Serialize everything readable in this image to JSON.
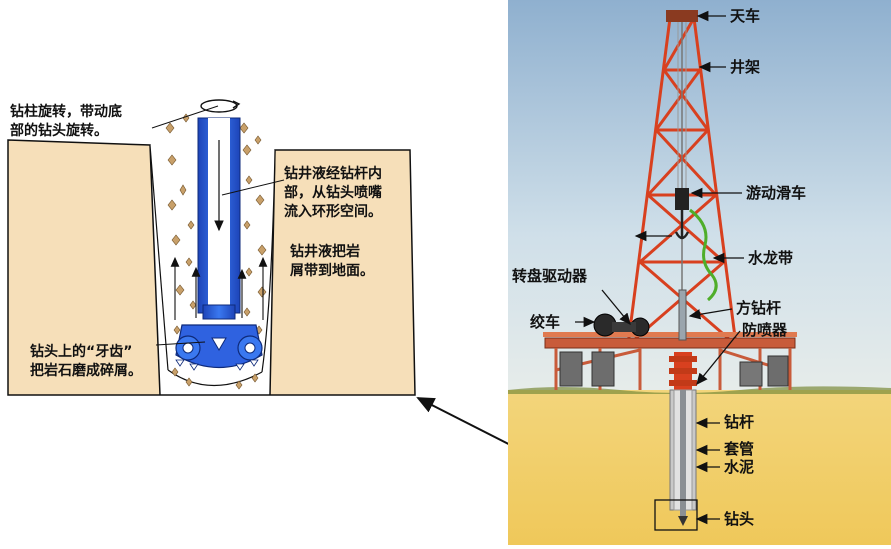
{
  "detail_panel": {
    "label_rotation": [
      "钻柱旋转，带动底",
      "部的钻头旋转。"
    ],
    "label_fluid_down": [
      "钻井液经钻杆内",
      "部，从钻头喷嘴",
      "流入环形空间。"
    ],
    "label_fluid_up": [
      "钻井液把岩",
      "屑带到地面。"
    ],
    "label_bit_teeth": [
      "钻头上的“牙齿”",
      "把岩石磨成碎屑。"
    ]
  },
  "rig_panel": {
    "labels": {
      "crown_block": "天车",
      "derrick": "井架",
      "traveling_block": "游动滑车",
      "hose": "水龙带",
      "rotary_drive": "转盘驱动器",
      "winch": "绞车",
      "kelly": "方钻杆",
      "bop": "防喷器",
      "drill_pipe": "钻杆",
      "casing": "套管",
      "cement": "水泥",
      "drill_bit": "钻头"
    }
  },
  "colors": {
    "rock": "#f6dfb9",
    "sky": "#bfd4e6",
    "ground": "#f1cf6a",
    "pipe_blue": "#2f62e0",
    "derrick_red": "#d8401f",
    "cuttings": "#b58a55"
  }
}
